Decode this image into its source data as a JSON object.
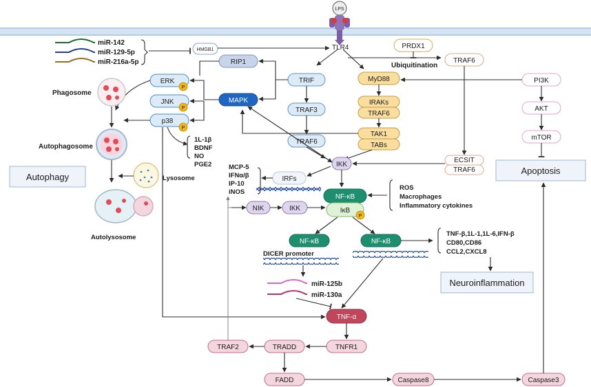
{
  "receptor": {
    "ligand": "LPS",
    "name": "TLR4"
  },
  "mirna_top": [
    "miR-142",
    "miR-129-5p",
    "miR-216a-5p"
  ],
  "mirna_mid": [
    "miR-125b",
    "miR-130a"
  ],
  "nodes": {
    "hmgb1": "HMGB1",
    "rip1": "RIP1",
    "erk": "ERK",
    "jnk": "JNK",
    "p38": "p38",
    "mapk": "MAPK",
    "trif": "TRIF",
    "traf3": "TRAF3",
    "traf6_trif": "TRAF6",
    "myd88": "MyD88",
    "iraks": "IRAKs",
    "traf6_myd": "TRAF6",
    "tak1": "TAK1",
    "tabs": "TABs",
    "prdx1": "PRDX1",
    "traf6_right": "TRAF6",
    "pi3k": "PI3K",
    "akt": "AKT",
    "mtor": "mTOR",
    "ecsit": "ECSIT",
    "traf6_ecsit": "TRAF6",
    "ikk": "IKK",
    "irfs": "IRFs",
    "nfkb_main": "NF-κB",
    "ikb": "IκB",
    "nik": "NIK",
    "ikk2": "IKK",
    "nfkb_left": "NF-κB",
    "nfkb_right": "NF-κB",
    "tnfa": "TNF-α",
    "tnfr1": "TNFR1",
    "tradd": "TRADD",
    "traf2": "TRAF2",
    "fadd": "FADD",
    "caspase8": "Caspase8",
    "caspase3": "Caspase3",
    "p_badge": "P"
  },
  "labels": {
    "ubiquitination": "Ubiquitination",
    "dicer": "DICER promoter",
    "phagosome": "Phagosome",
    "autophagosome": "Autophagosome",
    "lysosome": "Lysosome",
    "autolysosome": "Autolysosome"
  },
  "boxes": {
    "autophagy": "Autophagy",
    "apoptosis": "Apoptosis",
    "neuroinflammation": "Neuroinflammation"
  },
  "lists": {
    "p38_outputs": [
      "1L-1β",
      "BDNF",
      "NO",
      "PGE2"
    ],
    "irf_outputs": [
      "MCP-5",
      "IFNα/β",
      "IP-10",
      "iNOS"
    ],
    "nfkb_inputs": [
      "ROS",
      "Macrophages",
      "Inflammatory cytokines"
    ],
    "cytokines": [
      "TNF-β,1L-1,1L-6,IFN-β",
      "CD80,CD86",
      "CCL2,CXCL8"
    ]
  }
}
